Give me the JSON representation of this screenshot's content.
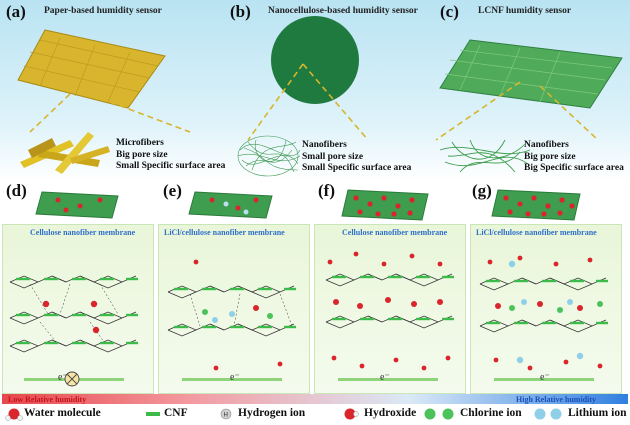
{
  "panels_top": [
    {
      "letter": "(a)",
      "title": "Paper-based humidity sensor",
      "lines": [
        "Microfibers",
        "Big pore size",
        "Small Specific surface area"
      ]
    },
    {
      "letter": "(b)",
      "title": "Nanocellulose-based humidity sensor",
      "lines": [
        "Nanofibers",
        "Small pore size",
        "Small Specific surface area"
      ]
    },
    {
      "letter": "(c)",
      "title": "LCNF humidity sensor",
      "lines": [
        "Nanofibers",
        "Big pore size",
        "Big Specific surface area"
      ]
    }
  ],
  "panels_bottom": [
    {
      "letter": "(d)",
      "title": "Cellulose nanofiber membrane",
      "electron": "e⁻"
    },
    {
      "letter": "(e)",
      "title": "LiCl/cellulose nanofiber membrane",
      "electron": "e⁻"
    },
    {
      "letter": "(f)",
      "title": "Cellulose nanofiber membrane",
      "electron": "e⁻"
    },
    {
      "letter": "(g)",
      "title": "LiCl/cellulose nanofiber membrane",
      "electron": "e⁻"
    }
  ],
  "humidity_bar": {
    "low": "Low Relative humidity",
    "high": "High Relative humidity"
  },
  "legend": {
    "water": "Water molecule",
    "cnf": "CNF",
    "hydrogen": "Hydrogen ion",
    "hydroxide": "Hydroxide",
    "chlorine": "Chlorine ion",
    "lithium": "Lithium ion"
  },
  "colors": {
    "fiber_green": "#2e9b4a",
    "paper_yellow": "#d9b52a",
    "disk_green": "#1f7a3f",
    "oxygen_red": "#d9252b",
    "low_red": "#e8464c",
    "high_blue": "#2f7fe0",
    "panel_title_blue": "#2f6fc9"
  }
}
